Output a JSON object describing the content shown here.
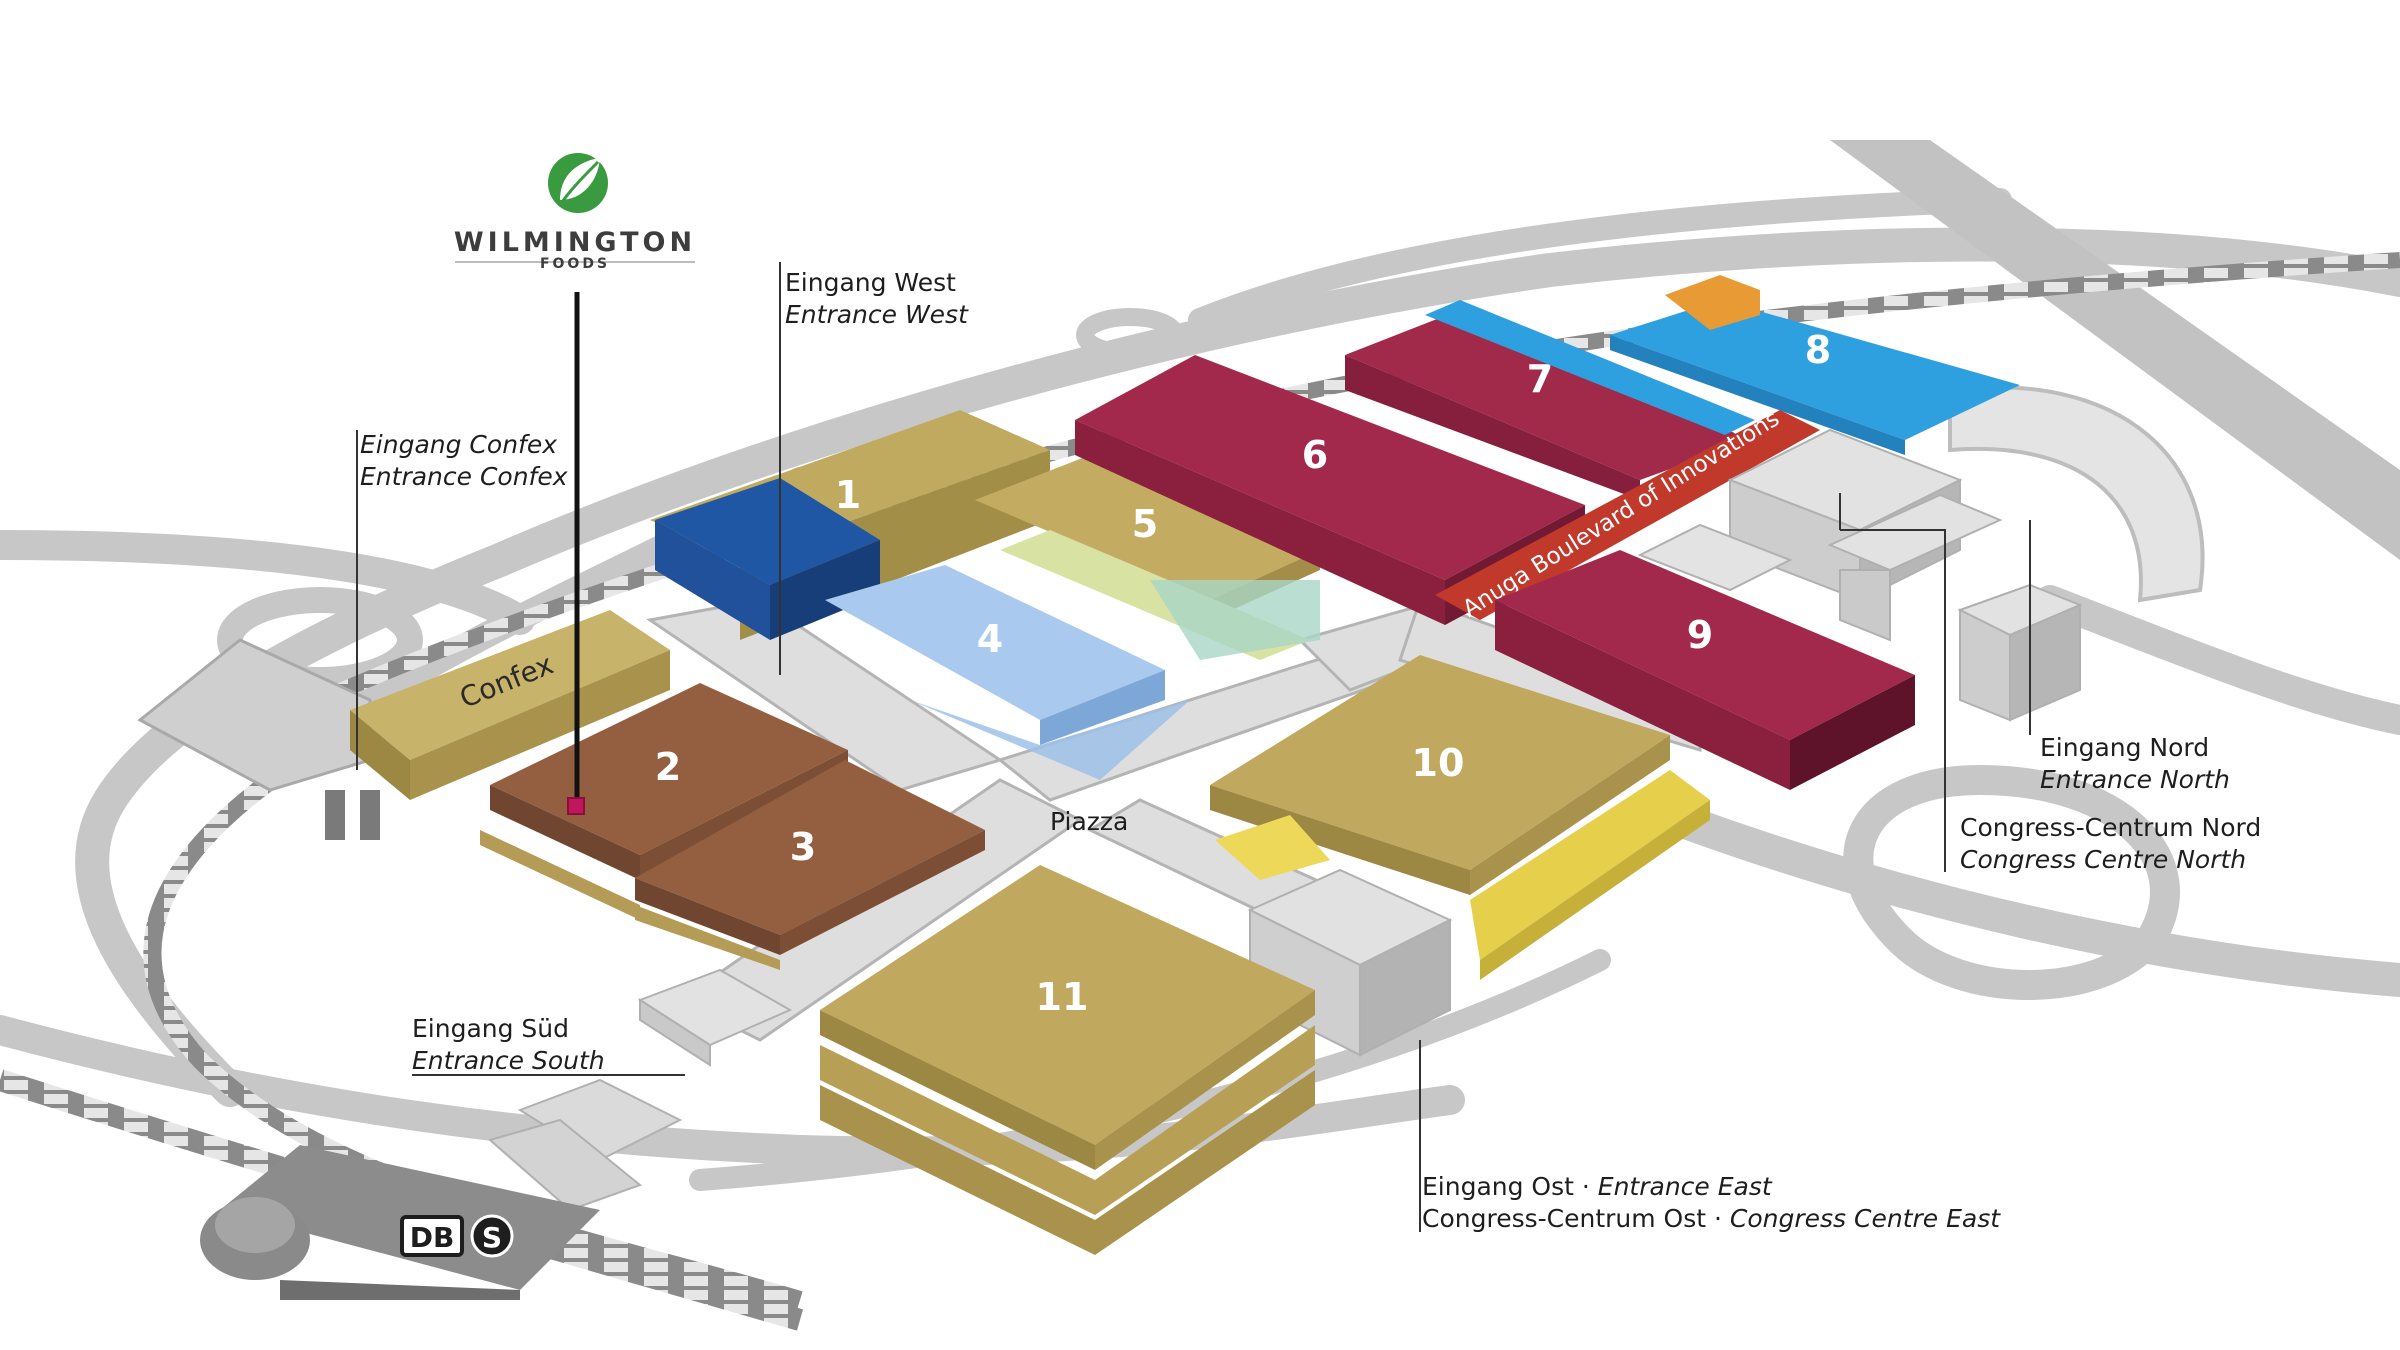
{
  "colors": {
    "tan": "#b9a35a",
    "brown": "#915d3e",
    "navy": "#1d4f96",
    "light_blue": "#a9caee",
    "sky_blue": "#2ea0e0",
    "maroon": "#9e2a4a",
    "yellow": "#e6cf4a",
    "orange": "#e89b35",
    "red_strip": "#c0392b",
    "gray_building": "#dcdcdc",
    "road": "#c7c7c7"
  },
  "logo": {
    "name": "WILMINGTON",
    "sub": "FOODS",
    "icon": "leaf-logo-icon"
  },
  "halls": {
    "h1": "1",
    "h2": "2",
    "h3": "3",
    "h4": "4",
    "h5": "5",
    "h6": "6",
    "h7": "7",
    "h8": "8",
    "h9": "9",
    "h10": "10",
    "h11": "11",
    "confex": "Confex"
  },
  "places": {
    "piazza": "Piazza",
    "boulevard": "Anuga Boulevard of Innovations"
  },
  "entrances": {
    "west_de": "Eingang West",
    "west_en": "Entrance West",
    "confex_de": "Eingang Confex",
    "confex_en": "Entrance Confex",
    "sued_de": "Eingang Süd",
    "sued_en": "Entrance South",
    "nord_de": "Eingang Nord",
    "nord_en": "Entrance North",
    "cc_nord_de": "Congress-Centrum Nord",
    "cc_nord_en": "Congress Centre North",
    "ost_de": "Eingang Ost · ",
    "ost_en": "Entrance East",
    "cc_ost_de": "Congress-Centrum Ost · ",
    "cc_ost_en": "Congress Centre East"
  },
  "station": {
    "db": "DB",
    "s": "S",
    "icons": [
      "db-icon",
      "s-bahn-icon"
    ]
  },
  "marker": {
    "icon": "location-marker-icon"
  }
}
